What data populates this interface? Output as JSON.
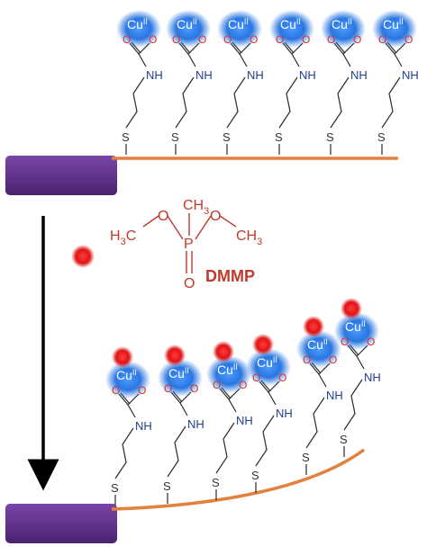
{
  "ligand": {
    "cu_symbol": "Cu",
    "cu_oxidation": "II",
    "oxygen": "O",
    "nitrogen_h": "NH",
    "sulfur": "S"
  },
  "dmmp": {
    "label": "DMMP",
    "methyl_C": "CH",
    "methyl_sub": "3",
    "h3c_H": "H",
    "h3c_sub": "3",
    "h3c_C": "C",
    "oxygen": "O",
    "phosphorus": "P"
  },
  "colors": {
    "cantilever": "#5b2c83",
    "surface": "#e2813d",
    "cu_glow": "#1e6fe0",
    "analyte": "#e01414",
    "dmmp_text": "#c0392b",
    "bond": "#2a2a2a",
    "carbonyl_o": "#d9302a",
    "nitrogen": "#1f3f8f",
    "sulfur": "#333333"
  }
}
